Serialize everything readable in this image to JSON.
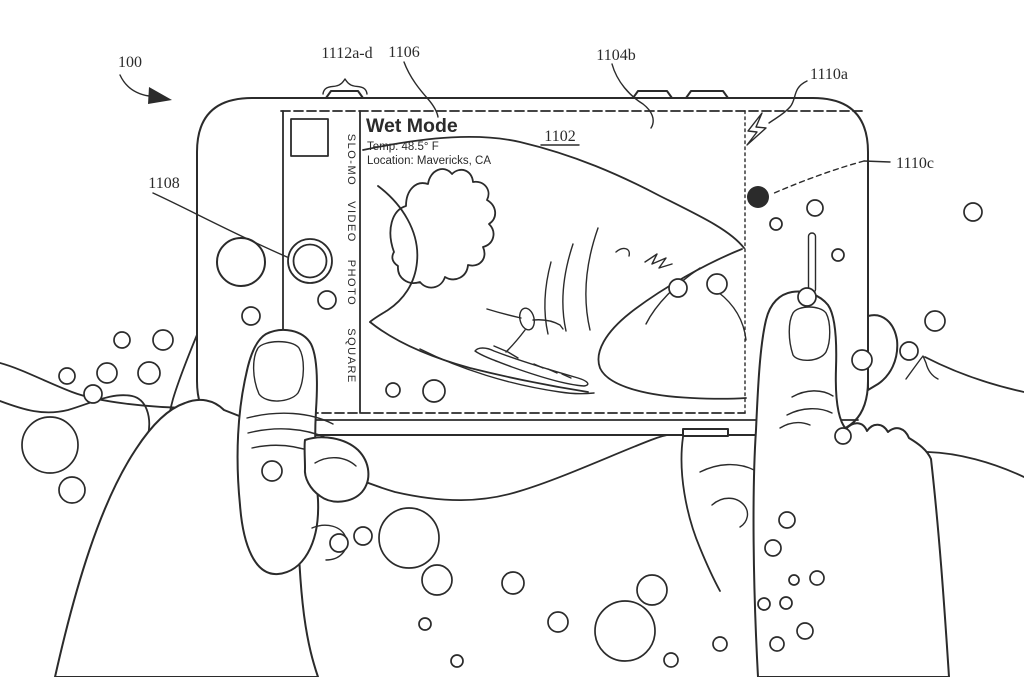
{
  "figure": {
    "background_color": "#ffffff",
    "ink_color": "#2b2b2b"
  },
  "screen_hud": {
    "mode_title": "Wet Mode",
    "temperature": "Temp: 48.5° F",
    "location": "Location: Mavericks, CA",
    "viewfinder_ref": "1102"
  },
  "camera_modes": [
    "SLO-MO",
    "VIDEO",
    "PHOTO",
    "SQUARE"
  ],
  "ref_labels": {
    "device": "100",
    "side_buttons": "1112a-d",
    "mode_indicator": "1106",
    "display": "1104b",
    "flash_indicator": "1110a",
    "front_camera": "1110c",
    "shutter_button": "1108"
  },
  "icons": {
    "flash": "lightning-bolt-icon",
    "photo_thumbnail": "thumbnail-square-icon",
    "shutter": "shutter-ring-icon",
    "front_camera": "camera-dot-icon"
  }
}
